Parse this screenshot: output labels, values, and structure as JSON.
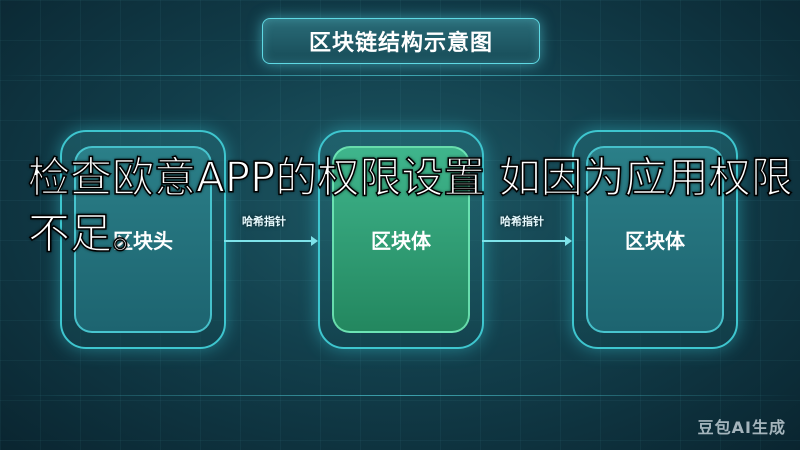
{
  "title": "区块链结构示意图",
  "blocks": [
    {
      "label": "区块头"
    },
    {
      "label": "区块体"
    },
    {
      "label": "区块体"
    }
  ],
  "hash_pointer_label": "哈希指针",
  "overlay_text": "检查欧意APP的权限设置 如因为应用权限不足。",
  "watermark": "豆包AI生成",
  "colors": {
    "background": "#123f4c",
    "accent": "#5fd9e4",
    "middle_block": "#3fb58c"
  }
}
